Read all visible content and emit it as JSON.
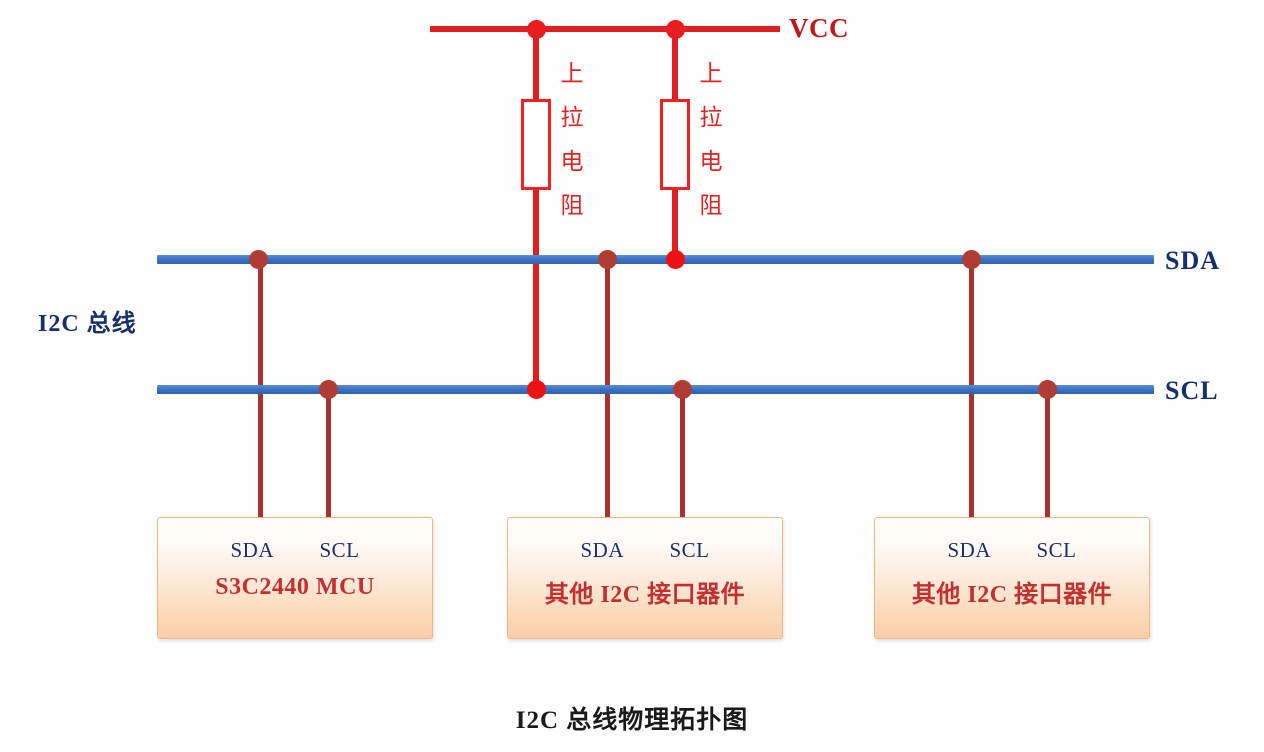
{
  "diagram": {
    "caption": "I2C 总线物理拓扑图",
    "bus_group_label": "I2C 总线",
    "power_rail_label": "VCC",
    "bus_lines": [
      {
        "name": "SDA",
        "label": "SDA"
      },
      {
        "name": "SCL",
        "label": "SCL"
      }
    ],
    "pullup_resistors": [
      {
        "label_chars": "上拉电阻",
        "connects_to": "SDA"
      },
      {
        "label_chars": "上拉电阻",
        "connects_to": "SCL"
      }
    ],
    "devices": [
      {
        "name": "S3C2440 MCU",
        "pins": [
          "SDA",
          "SCL"
        ]
      },
      {
        "name": "其他 I2C 接口器件",
        "pins": [
          "SDA",
          "SCL"
        ]
      },
      {
        "name": "其他 I2C 接口器件",
        "pins": [
          "SDA",
          "SCL"
        ]
      }
    ],
    "colors": {
      "power_wire": "#e02020",
      "bus_line": "#3b73c4",
      "bus_label": "#17306b",
      "device_label": "#c43030",
      "pin_label": "#1b2f6e",
      "junction_device": "#b03c33",
      "junction_pullup": "#ee1111",
      "device_fill_top": "#fffdfb",
      "device_fill_bottom": "#f9cfa8",
      "device_border": "#e8b98a",
      "caption": "#1a1a1a"
    }
  }
}
